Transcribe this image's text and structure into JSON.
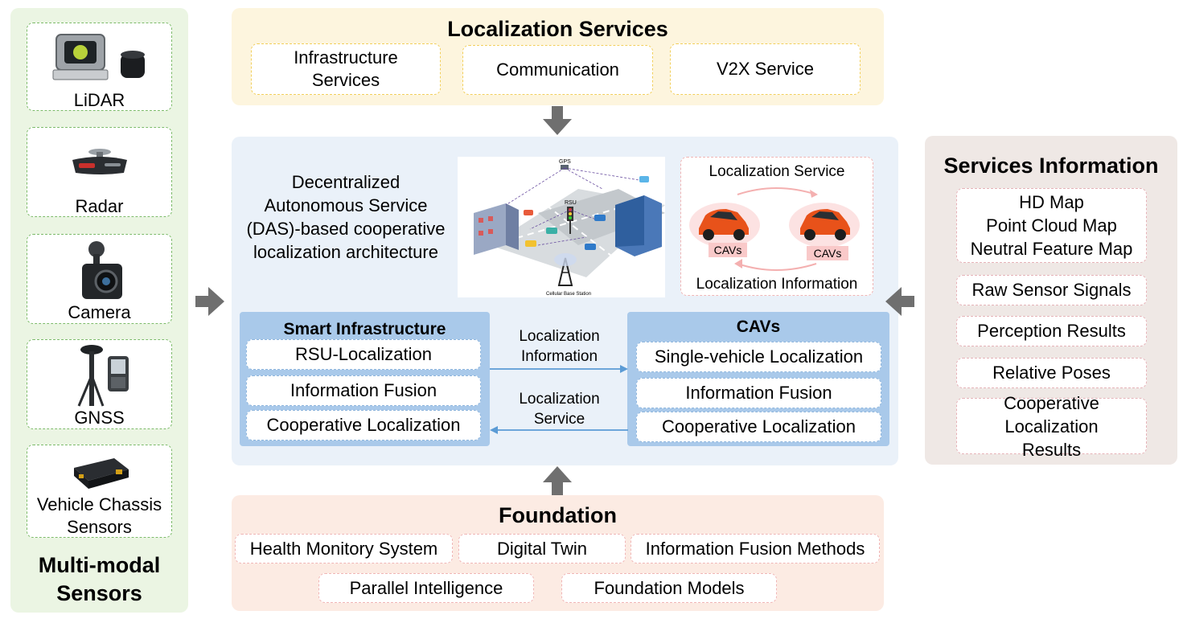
{
  "sensors": {
    "title": "Multi-modal Sensors",
    "items": [
      {
        "label": "LiDAR",
        "icon": "lidar-icon"
      },
      {
        "label": "Radar",
        "icon": "radar-icon"
      },
      {
        "label": "Camera",
        "icon": "camera-icon"
      },
      {
        "label": "GNSS",
        "icon": "gnss-icon"
      },
      {
        "label": "Vehicle Chassis Sensors",
        "icon": "chassis-sensor-icon"
      }
    ]
  },
  "localization_services": {
    "title": "Localization Services",
    "items": [
      "Infrastructure Services",
      "Communication",
      "V2X Service"
    ]
  },
  "center": {
    "description": "Decentralized Autonomous Service (DAS)-based cooperative localization architecture",
    "scene_caption_gps": "GPS",
    "scene_caption_rsu": "RSU",
    "scene_caption_base": "Cellular Base Station",
    "exchange": {
      "top_label": "Localization Service",
      "bottom_label": "Localization Information",
      "car_label_left": "CAVs",
      "car_label_right": "CAVs"
    },
    "smart_infrastructure": {
      "title": "Smart Infrastructure",
      "items": [
        "RSU-Localization",
        "Information Fusion",
        "Cooperative Localization"
      ]
    },
    "cavs": {
      "title": "CAVs",
      "items": [
        "Single-vehicle Localization",
        "Information Fusion",
        "Cooperative Localization"
      ]
    },
    "arrow_right_label": "Localization Information",
    "arrow_left_label": "Localization Service"
  },
  "services_information": {
    "title": "Services Information",
    "map_items": [
      "HD Map",
      "Point Cloud Map",
      "Neutral Feature Map"
    ],
    "items": [
      "Raw Sensor Signals",
      "Perception Results",
      "Relative Poses",
      "Cooperative Localization Results"
    ]
  },
  "foundation": {
    "title": "Foundation",
    "row1": [
      "Health Monitory System",
      "Digital Twin",
      "Information Fusion Methods"
    ],
    "row2": [
      "Parallel Intelligence",
      "Foundation Models"
    ]
  },
  "colors": {
    "sensor_panel": "#ebf5e3",
    "services_panel": "#fdf5de",
    "center_panel": "#eaf1f9",
    "info_panel": "#efe8e5",
    "foundation_panel": "#fcebe3",
    "module_blue": "#a9c9ea",
    "arrow_grey": "#6f6f6f",
    "link_blue": "#5b9bd5"
  }
}
